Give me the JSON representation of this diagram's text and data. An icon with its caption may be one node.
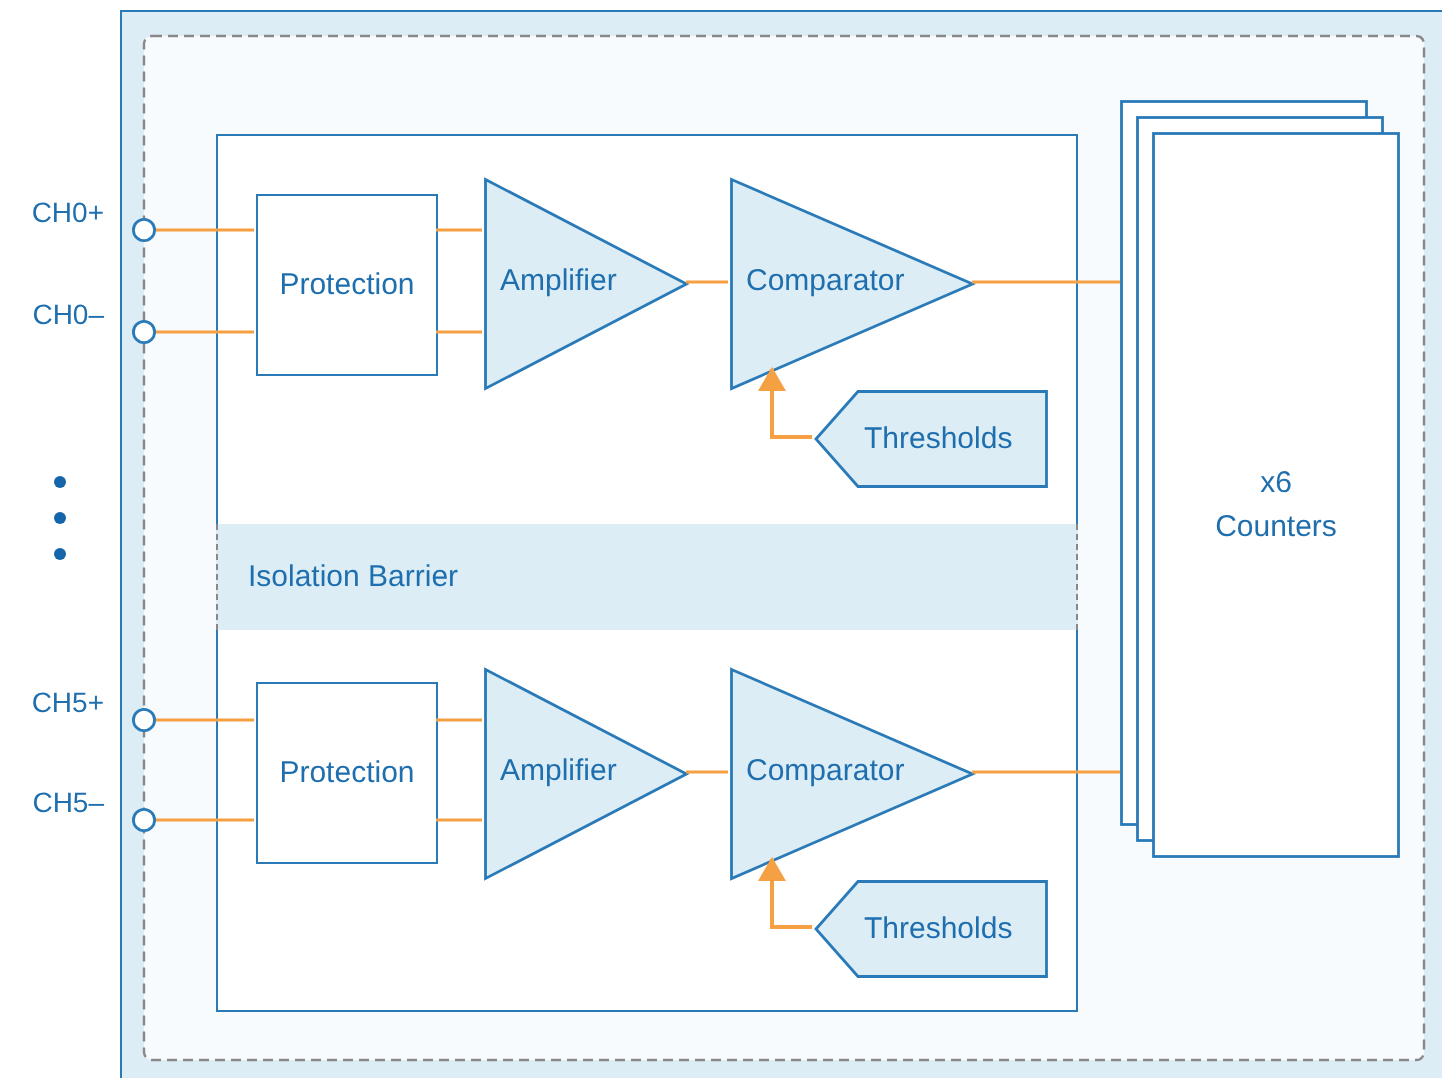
{
  "diagram": {
    "nodes": [
      {
        "text": [],
        "shape": "box"
      },
      {
        "text": [],
        "shape": "circle",
        "beside": [
          "CH0+"
        ]
      },
      {
        "text": [],
        "shape": "circle",
        "beside": [
          "CH0–"
        ]
      },
      {
        "text": [
          "Protection"
        ],
        "in": 0
      },
      {
        "text": [
          "Amplifier"
        ],
        "in": 0
      },
      {
        "text": [
          "Comparator"
        ],
        "in": 0
      },
      {
        "text": [
          "Thresholds"
        ],
        "in": 0
      },
      {
        "text": [
          "Isolation Barrier"
        ]
      },
      {
        "text": [],
        "shape": "box"
      },
      {
        "text": [],
        "shape": "circle",
        "beside": [
          "CH5+"
        ]
      },
      {
        "text": [],
        "shape": "circle",
        "beside": [
          "CH5–"
        ]
      },
      {
        "text": [
          "Protection"
        ],
        "in": 8
      },
      {
        "text": [
          "Amplifier"
        ],
        "in": 8
      },
      {
        "text": [
          "Comparator"
        ],
        "in": 8
      },
      {
        "text": [
          "Thresholds"
        ],
        "in": 8
      },
      {
        "text": [
          "x6 Counters"
        ]
      }
    ],
    "edges": [
      {
        "from": 1,
        "to": 3,
        "arrow": "none"
      },
      {
        "from": 2,
        "to": 3,
        "arrow": "none"
      },
      {
        "from": 3,
        "to": 4,
        "arrow": "none"
      },
      {
        "from": 3,
        "to": 4,
        "arrow": "none"
      },
      {
        "from": 4,
        "to": 5,
        "arrow": "none"
      },
      {
        "from": 5,
        "to": 15,
        "arrow": "none"
      },
      {
        "from": 6,
        "to": 5,
        "arrow": "to"
      },
      {
        "from": 9,
        "to": 11,
        "arrow": "none"
      },
      {
        "from": 10,
        "to": 11,
        "arrow": "none"
      },
      {
        "from": 11,
        "to": 12,
        "arrow": "none"
      },
      {
        "from": 11,
        "to": 12,
        "arrow": "none"
      },
      {
        "from": 12,
        "to": 13,
        "arrow": "none"
      },
      {
        "from": 13,
        "to": 15,
        "arrow": "none"
      },
      {
        "from": 14,
        "to": 13,
        "arrow": "to"
      }
    ]
  }
}
